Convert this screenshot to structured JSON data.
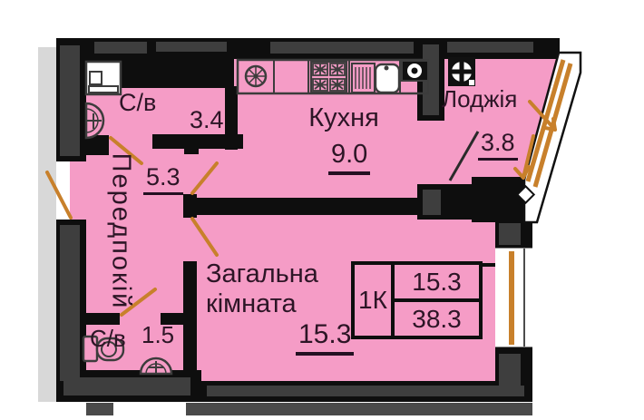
{
  "floor_plan": {
    "rooms": {
      "bathroom_top": {
        "name": "С/в",
        "area": "3.4"
      },
      "hallway": {
        "name": "Передпокій",
        "area": "5.3"
      },
      "kitchen": {
        "name": "Кухня",
        "area": "9.0"
      },
      "loggia": {
        "name": "Лоджія",
        "area": "3.8"
      },
      "living_room": {
        "name_line1": "Загальна",
        "name_line2": "кімната",
        "area": "15.3"
      },
      "bathroom_bottom": {
        "name": "С/в",
        "area": "1.5"
      }
    },
    "summary_table": {
      "apartment_type": "1К",
      "upper_value": "15.3",
      "lower_value": "38.3"
    },
    "fixtures": [
      {
        "icon": "washing-machine-icon",
        "room": "С/в 3.4"
      },
      {
        "icon": "wash-basin-icon",
        "room": "С/в 3.4"
      },
      {
        "icon": "cooker-hood-icon",
        "room": "Кухня"
      },
      {
        "icon": "stove-icon",
        "room": "Кухня"
      },
      {
        "icon": "kitchen-sink-icon",
        "room": "Кухня"
      },
      {
        "icon": "hob-icon",
        "room": "Кухня"
      },
      {
        "icon": "vent-shaft-icon",
        "room": "Лоджія"
      },
      {
        "icon": "toilet-icon",
        "room": "С/в 1.5"
      },
      {
        "icon": "wash-basin-icon",
        "room": "С/в 1.5"
      }
    ],
    "colors": {
      "room_fill": "#f59cc6",
      "wall": "#0e0e0e",
      "wall_accent": "#3e3e3e",
      "outside_strip": "#d8d8d8",
      "annotation_orange": "#c8802b",
      "window": "#ffffff",
      "cut_band": "#4a4a4a",
      "text": "#2d1526"
    }
  }
}
